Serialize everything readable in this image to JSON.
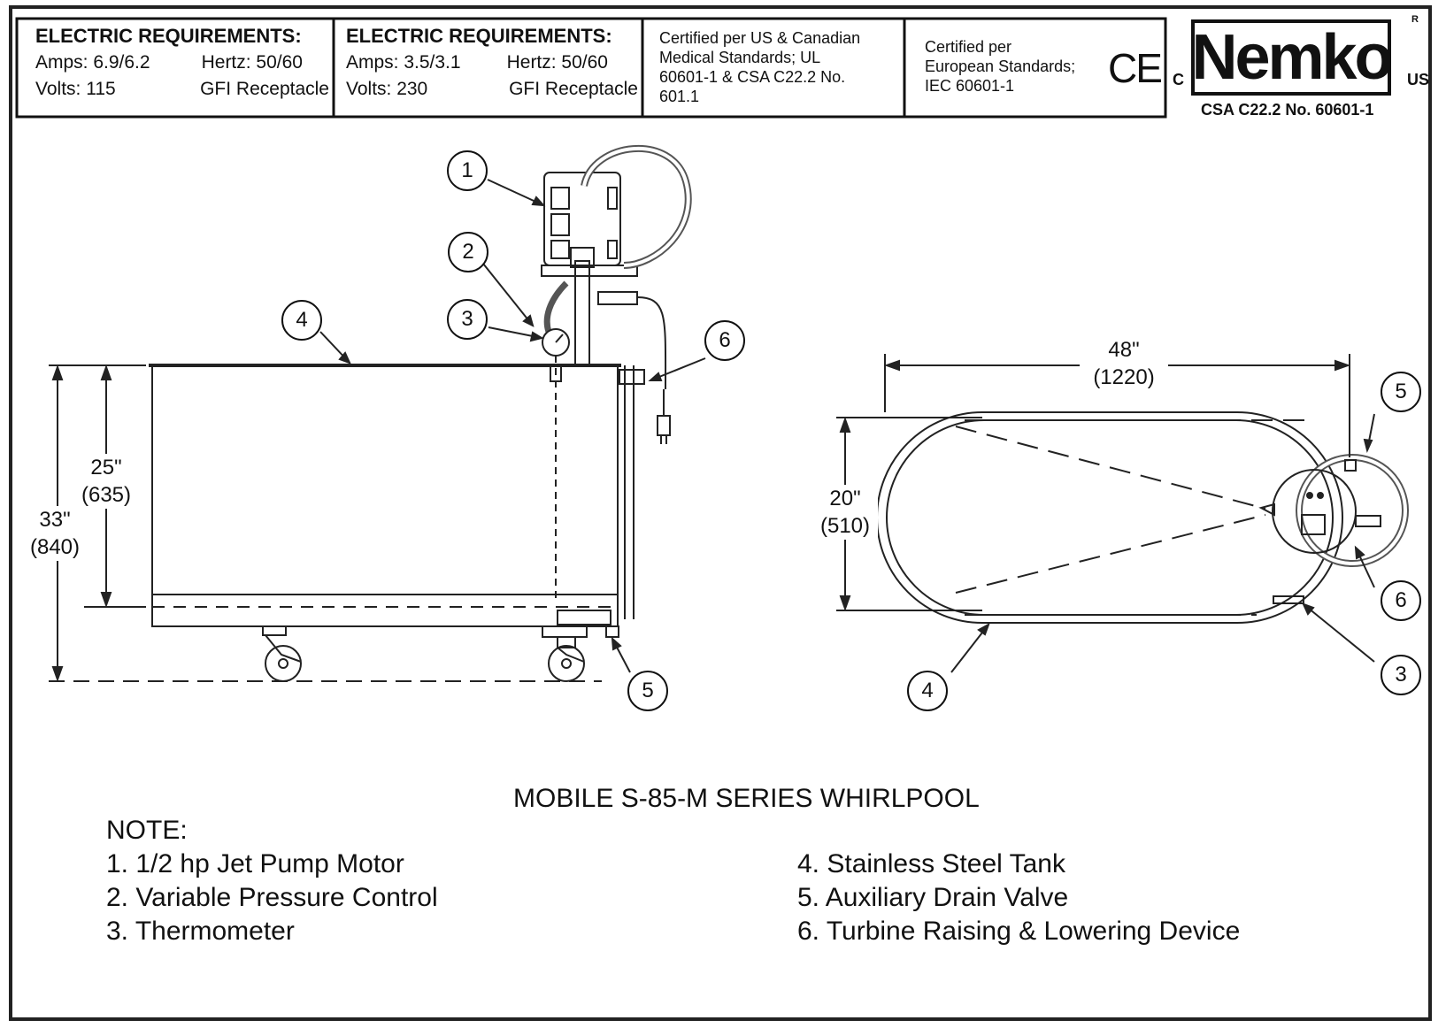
{
  "header": {
    "left_block": {
      "title": "ELECTRIC REQUIREMENTS:",
      "amps": "Amps: 6.9/6.2",
      "hertz": "Hertz: 50/60",
      "volts": "Volts: 115",
      "receptacle": "GFI Receptacle"
    },
    "right_block": {
      "title": "ELECTRIC REQUIREMENTS:",
      "amps": "Amps: 3.5/3.1",
      "hertz": "Hertz: 50/60",
      "volts": "Volts: 230",
      "receptacle": "GFI Receptacle"
    },
    "us_cert": [
      "Certified per US & Canadian",
      "Medical Standards; UL",
      "60601-1 & CSA C22.2 No.",
      "601.1"
    ],
    "eu_cert": [
      "Certified per",
      "European Standards;",
      "IEC 60601-1"
    ],
    "ce_mark": "CE",
    "nemko": {
      "logo": "Nemko",
      "left_letter": "C",
      "right_letter": "US",
      "registered": "R",
      "standard": "CSA C22.2 No. 60601-1"
    }
  },
  "side_view": {
    "dim_height_total": [
      "33\"",
      "(840)"
    ],
    "dim_height_tank": [
      "25\"",
      "(635)"
    ],
    "callouts": [
      "1",
      "2",
      "3",
      "4",
      "5",
      "6"
    ]
  },
  "top_view": {
    "dim_length": [
      "48\"",
      "(1220)"
    ],
    "dim_width": [
      "20\"",
      "(510)"
    ],
    "callouts": [
      "5",
      "6",
      "3",
      "4"
    ]
  },
  "title": "MOBILE S-85-M SERIES WHIRLPOOL",
  "notes": {
    "heading": "NOTE:",
    "items": [
      "1. 1/2 hp Jet Pump Motor",
      "2. Variable Pressure Control",
      "3. Thermometer",
      "4. Stainless Steel Tank",
      "5. Auxiliary Drain Valve",
      "6. Turbine Raising & Lowering Device"
    ]
  }
}
